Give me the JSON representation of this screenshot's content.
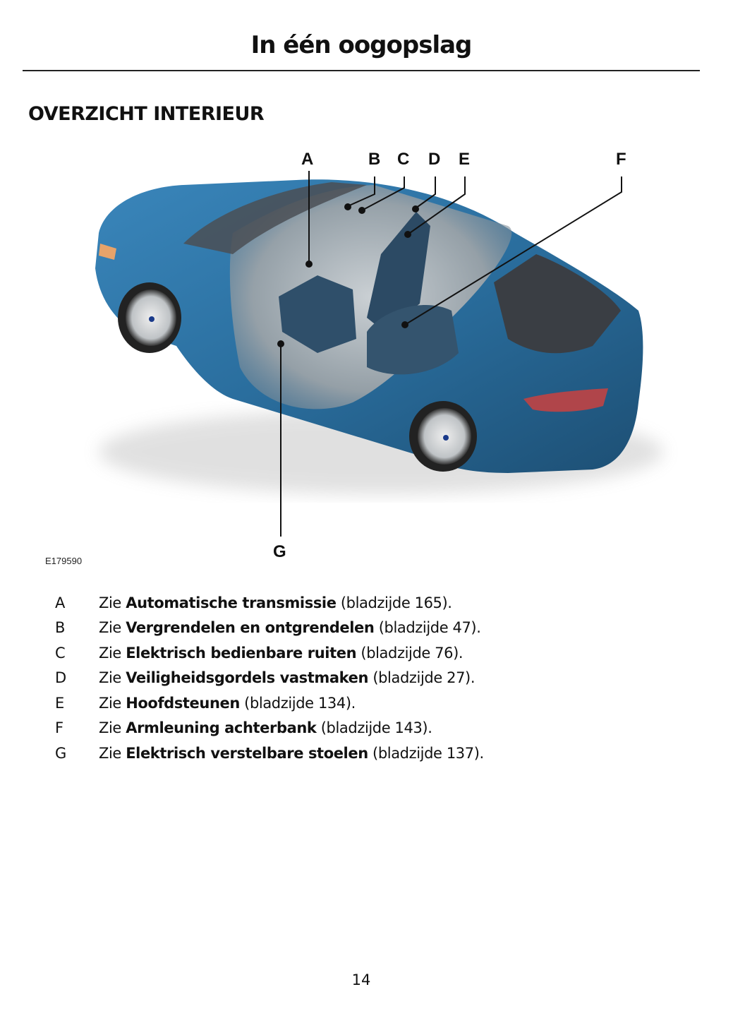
{
  "header": {
    "title": "In één oogopslag"
  },
  "section": {
    "title": "OVERZICHT INTERIEUR"
  },
  "figure": {
    "id": "E179590",
    "body_color": "#2a6e9e",
    "callouts": [
      "A",
      "B",
      "C",
      "D",
      "E",
      "F",
      "G"
    ]
  },
  "legend": [
    {
      "letter": "A",
      "prefix": "Zie ",
      "bold": "Automatische transmissie",
      "suffix": " (bladzijde 165)."
    },
    {
      "letter": "B",
      "prefix": "Zie ",
      "bold": "Vergrendelen en ontgrendelen",
      "suffix": " (bladzijde 47)."
    },
    {
      "letter": "C",
      "prefix": "Zie ",
      "bold": "Elektrisch bedienbare ruiten",
      "suffix": " (bladzijde 76)."
    },
    {
      "letter": "D",
      "prefix": "Zie ",
      "bold": "Veiligheidsgordels vastmaken",
      "suffix": " (bladzijde 27)."
    },
    {
      "letter": "E",
      "prefix": "Zie ",
      "bold": "Hoofdsteunen",
      "suffix": " (bladzijde 134)."
    },
    {
      "letter": "F",
      "prefix": "Zie ",
      "bold": "Armleuning achterbank",
      "suffix": " (bladzijde 143)."
    },
    {
      "letter": "G",
      "prefix": "Zie ",
      "bold": "Elektrisch verstelbare stoelen",
      "suffix": " (bladzijde 137)."
    }
  ],
  "footer": {
    "page_number": "14"
  }
}
